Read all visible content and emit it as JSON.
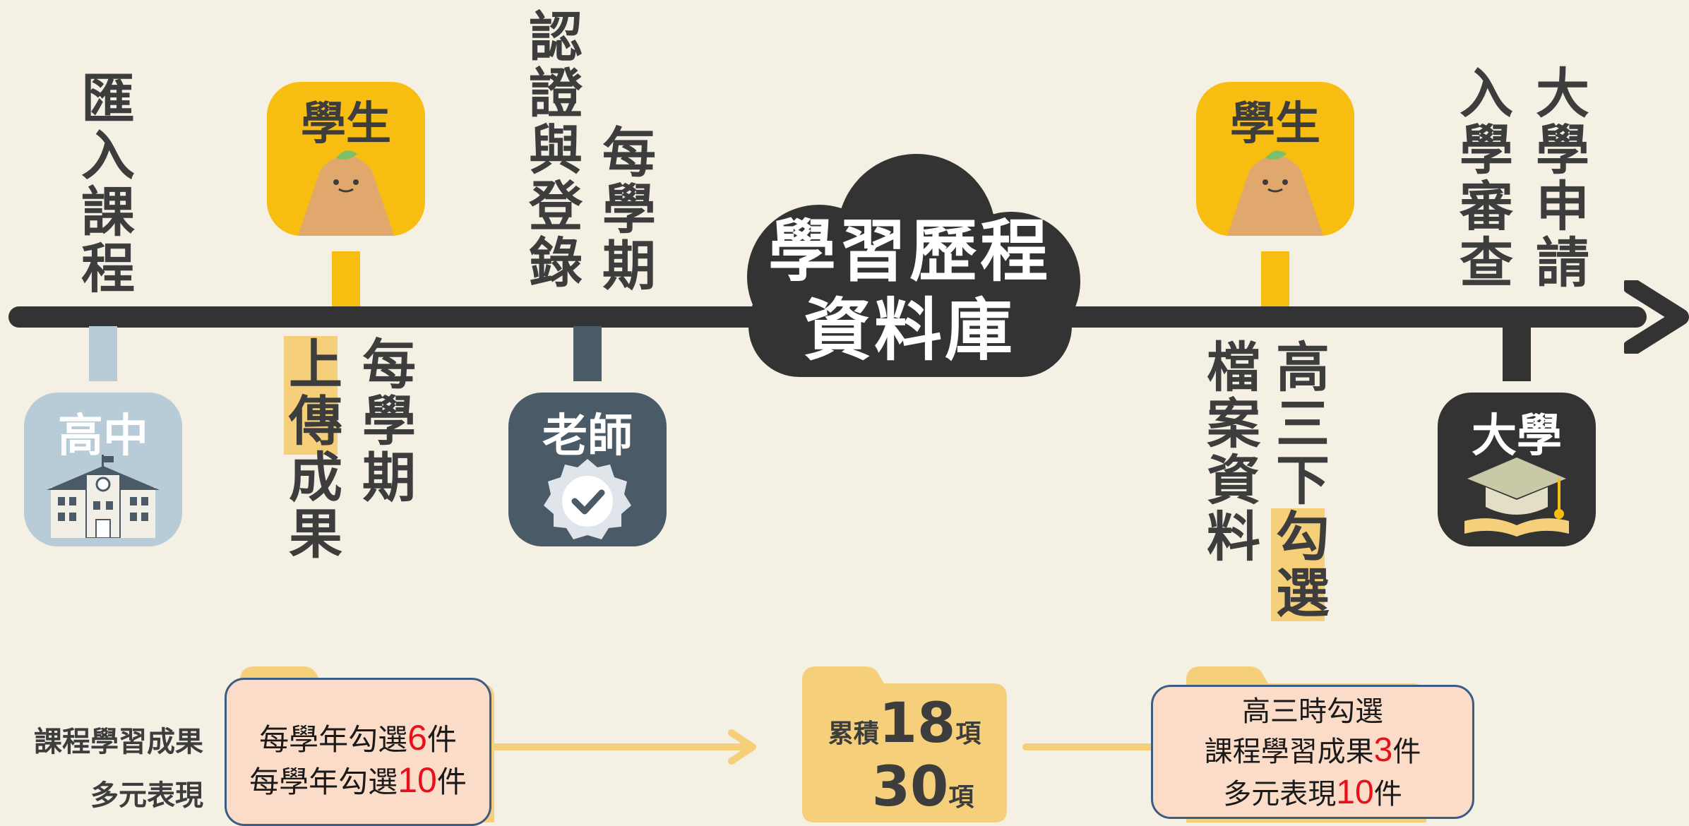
{
  "steps": {
    "import_courses": "匯入課程",
    "each_semester": "每學期",
    "upload_results": "上傳成果",
    "certify_register": "認證與登錄",
    "senior_year": "高三下",
    "check_select": "勾選",
    "file_data": "檔案資料",
    "university_apply": "大學申請",
    "admission_review": "入學審查"
  },
  "cloud": {
    "line1": "學習歷程",
    "line2": "資料庫"
  },
  "actors": {
    "student": "學生",
    "high_school": "高中",
    "teacher": "老師",
    "university": "大學"
  },
  "rows": {
    "course_results": "課程學習成果",
    "diverse_performance": "多元表現"
  },
  "box1": {
    "line1_prefix": "每學年勾選",
    "line1_num": "6",
    "line1_suffix": "件",
    "line2_prefix": "每學年勾選",
    "line2_num": "10",
    "line2_suffix": "件"
  },
  "accumulate": {
    "label": "累積",
    "n1": "18",
    "n2": "30",
    "unit": "項"
  },
  "box2": {
    "line1": "高三時勾選",
    "line2_prefix": "課程學習成果",
    "line2_num": "3",
    "line2_suffix": "件",
    "line3_prefix": "多元表現",
    "line3_num": "10",
    "line3_suffix": "件"
  },
  "colors": {
    "background": "#f4f0e4",
    "timeline": "#333333",
    "student_yellow": "#f7bd10",
    "highlight": "#f5cf7a",
    "school_blue": "#b8ccd8",
    "teacher_slate": "#4a5a66",
    "red": "#e8101a",
    "box_fill": "#fbdcc8",
    "box_border": "#3d5c82"
  }
}
